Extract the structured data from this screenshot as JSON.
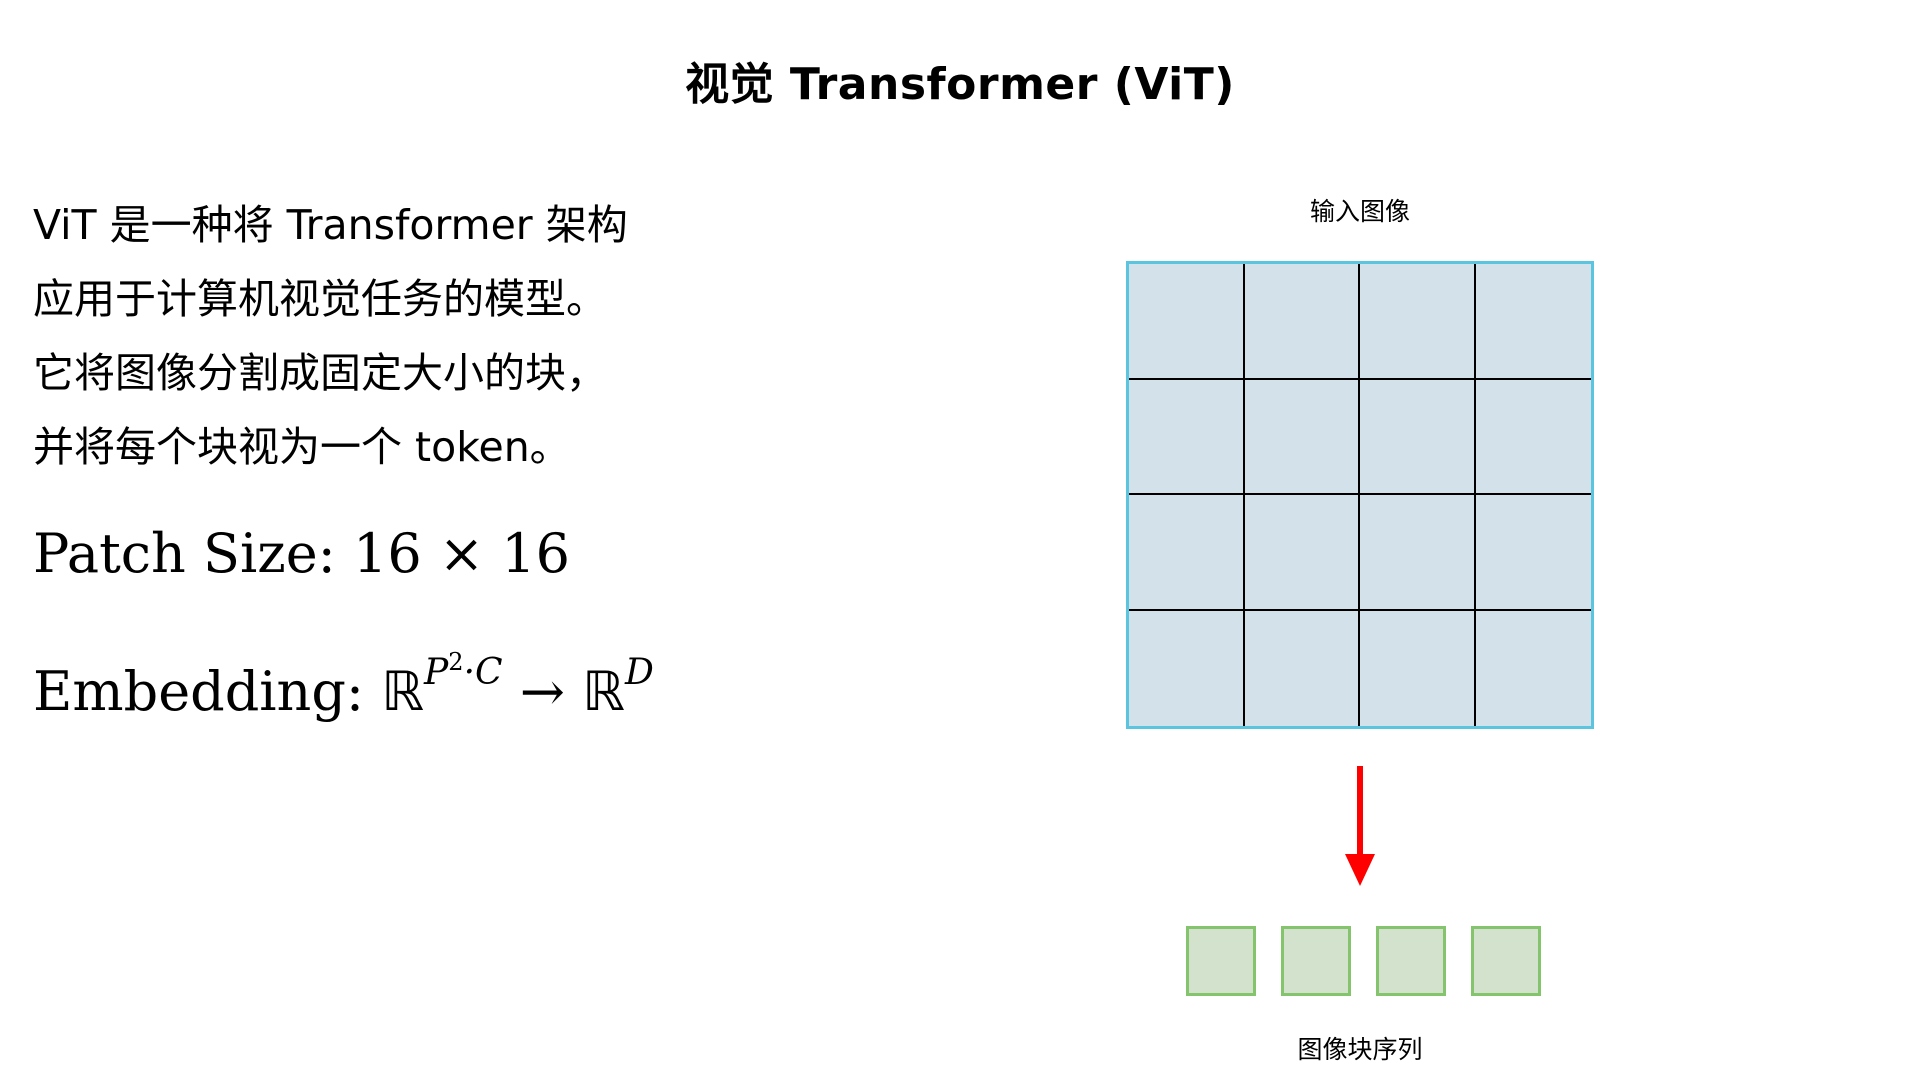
{
  "title": "视觉 Transformer (ViT)",
  "description": {
    "lines": [
      "ViT 是一种将 Transformer 架构",
      "应用于计算机视觉任务的模型。",
      "它将图像分割成固定大小的块，",
      "并将每个块视为一个 token。"
    ]
  },
  "formulas": {
    "patch_size": "Patch Size:  16 × 16",
    "embedding": {
      "label": "Embedding:",
      "domain_base": "ℝ",
      "domain_exp_P": "P",
      "domain_exp_2": "2",
      "domain_exp_rest": "·C",
      "arrow": "→",
      "codomain_base": "ℝ",
      "codomain_exp": "D"
    }
  },
  "diagram": {
    "input_label": "输入图像",
    "grid": {
      "rows": 4,
      "cols": 4,
      "border_color": "#5bc4df",
      "fill_color": "#d3e2ea",
      "line_color": "#000000"
    },
    "arrow_color": "#ff0000",
    "tokens": {
      "count": 4,
      "border_color": "#84c46c",
      "fill_color": "#d3e2cd"
    },
    "output_label": "图像块序列"
  }
}
